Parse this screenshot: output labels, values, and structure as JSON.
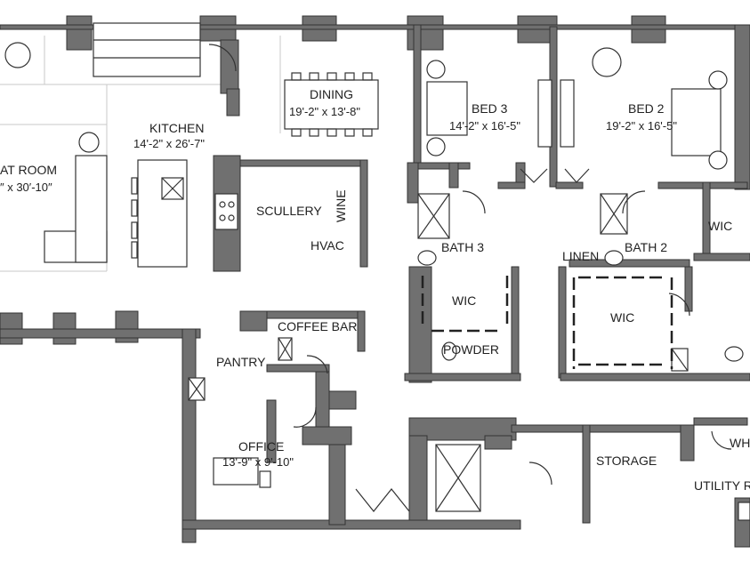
{
  "rooms": {
    "great_room": {
      "name": "AT ROOM",
      "dims": "″ x 30′-10″"
    },
    "kitchen": {
      "name": "KITCHEN",
      "dims": "14'-2\" x 26'-7\""
    },
    "dining": {
      "name": "DINING",
      "dims": "19'-2\" x 13'-8\""
    },
    "bed3": {
      "name": "BED 3",
      "dims": "14'-2\" x 16'-5\""
    },
    "bed2": {
      "name": "BED 2",
      "dims": "19'-2\" x 16'-5\""
    },
    "scullery": {
      "name": "SCULLERY"
    },
    "wine": {
      "name": "WINE"
    },
    "hvac": {
      "name": "HVAC"
    },
    "bath3": {
      "name": "BATH 3"
    },
    "bath2": {
      "name": "BATH 2"
    },
    "linen": {
      "name": "LINEN"
    },
    "wic_bed3": {
      "name": "WIC"
    },
    "wic_bed2": {
      "name": "WIC"
    },
    "wic_right": {
      "name": "WIC"
    },
    "coffee_bar": {
      "name": "COFFEE BAR"
    },
    "pantry": {
      "name": "PANTRY"
    },
    "powder": {
      "name": "POWDER"
    },
    "office": {
      "name": "OFFICE",
      "dims": "13'-9\" x 9'-10\""
    },
    "storage": {
      "name": "STORAGE"
    },
    "utility": {
      "name": "UTILITY RO"
    },
    "wh": {
      "name": "WH"
    }
  },
  "colors": {
    "wall": "#707070",
    "line": "#333333",
    "background": "#ffffff"
  }
}
